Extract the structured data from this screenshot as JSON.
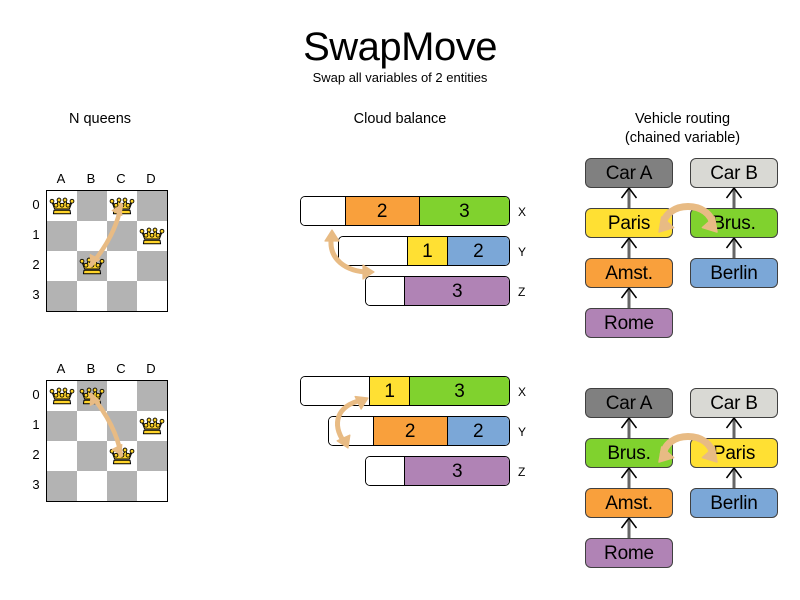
{
  "header": {
    "title": "SwapMove",
    "subtitle": "Swap all variables of 2 entities"
  },
  "sections": [
    {
      "id": "nqueens",
      "title": "N queens"
    },
    {
      "id": "cloudbalance",
      "title": "Cloud balance"
    },
    {
      "id": "vehiclerouting",
      "title_line1": "Vehicle routing",
      "title_line2": "(chained variable)"
    }
  ],
  "colors": {
    "orange": "#f9a03c",
    "green": "#80d22e",
    "yellow": "#ffe033",
    "blue": "#7ba7d7",
    "purple": "#b083b5",
    "gray_dark": "#808080",
    "gray_light": "#d9d9d4",
    "board_dark": "#b3b3b3",
    "board_light": "#ffffff",
    "arrow": "#e8bb84",
    "arrow_outline": "#d29a3e",
    "queen": "#ffd42a",
    "link": "#666666"
  },
  "nqueens": {
    "column_labels": [
      "A",
      "B",
      "C",
      "D"
    ],
    "row_labels": [
      "0",
      "1",
      "2",
      "3"
    ],
    "before": {
      "queens": [
        {
          "col": 0,
          "row": 0,
          "name": "queen-a0"
        },
        {
          "col": 2,
          "row": 0,
          "name": "queen-c0"
        },
        {
          "col": 3,
          "row": 1,
          "name": "queen-d1"
        },
        {
          "col": 1,
          "row": 2,
          "name": "queen-b2"
        }
      ],
      "swap_from": {
        "col": 2,
        "row": 0
      },
      "swap_to": {
        "col": 1,
        "row": 2
      }
    },
    "after": {
      "queens": [
        {
          "col": 0,
          "row": 0,
          "name": "queen-a0"
        },
        {
          "col": 1,
          "row": 0,
          "name": "queen-b0"
        },
        {
          "col": 3,
          "row": 1,
          "name": "queen-d1"
        },
        {
          "col": 2,
          "row": 2,
          "name": "queen-c2"
        }
      ],
      "swap_from": {
        "col": 1,
        "row": 0
      },
      "swap_to": {
        "col": 2,
        "row": 2
      }
    }
  },
  "cloudbalance": {
    "before": {
      "rows": [
        {
          "label": "X",
          "segments": [
            {
              "value": "",
              "color": "#ffffff",
              "width": 45,
              "empty": true
            },
            {
              "value": "2",
              "color": "#f9a03c",
              "width": 75,
              "empty": false
            },
            {
              "value": "3",
              "color": "#80d22e",
              "width": 90,
              "empty": false
            }
          ]
        },
        {
          "label": "Y",
          "segments": [
            {
              "value": "",
              "color": "#ffffff",
              "width": 70,
              "empty": true
            },
            {
              "value": "1",
              "color": "#ffe033",
              "width": 40,
              "empty": false
            },
            {
              "value": "2",
              "color": "#7ba7d7",
              "width": 62,
              "empty": false
            }
          ]
        },
        {
          "label": "Z",
          "segments": [
            {
              "value": "",
              "color": "#ffffff",
              "width": 40,
              "empty": true
            },
            {
              "value": "3",
              "color": "#b083b5",
              "width": 105,
              "empty": false
            }
          ]
        }
      ]
    },
    "after": {
      "rows": [
        {
          "label": "X",
          "segments": [
            {
              "value": "",
              "color": "#ffffff",
              "width": 70,
              "empty": true
            },
            {
              "value": "1",
              "color": "#ffe033",
              "width": 40,
              "empty": false
            },
            {
              "value": "3",
              "color": "#80d22e",
              "width": 100,
              "empty": false
            }
          ]
        },
        {
          "label": "Y",
          "segments": [
            {
              "value": "",
              "color": "#ffffff",
              "width": 45,
              "empty": true
            },
            {
              "value": "2",
              "color": "#f9a03c",
              "width": 75,
              "empty": false
            },
            {
              "value": "2",
              "color": "#7ba7d7",
              "width": 62,
              "empty": false
            }
          ]
        },
        {
          "label": "Z",
          "segments": [
            {
              "value": "",
              "color": "#ffffff",
              "width": 40,
              "empty": true
            },
            {
              "value": "3",
              "color": "#b083b5",
              "width": 105,
              "empty": false
            }
          ]
        }
      ]
    }
  },
  "vehiclerouting": {
    "before": {
      "left_chain": [
        {
          "label": "Car A",
          "color": "#808080"
        },
        {
          "label": "Paris",
          "color": "#ffe033"
        },
        {
          "label": "Amst.",
          "color": "#f9a03c"
        },
        {
          "label": "Rome",
          "color": "#b083b5"
        }
      ],
      "right_chain": [
        {
          "label": "Car B",
          "color": "#d9d9d4"
        },
        {
          "label": "Brus.",
          "color": "#80d22e"
        },
        {
          "label": "Berlin",
          "color": "#7ba7d7"
        }
      ],
      "swap_between": [
        "Paris",
        "Brus."
      ]
    },
    "after": {
      "left_chain": [
        {
          "label": "Car A",
          "color": "#808080"
        },
        {
          "label": "Brus.",
          "color": "#80d22e"
        },
        {
          "label": "Amst.",
          "color": "#f9a03c"
        },
        {
          "label": "Rome",
          "color": "#b083b5"
        }
      ],
      "right_chain": [
        {
          "label": "Car B",
          "color": "#d9d9d4"
        },
        {
          "label": "Paris",
          "color": "#ffe033"
        },
        {
          "label": "Berlin",
          "color": "#7ba7d7"
        }
      ],
      "swap_between": [
        "Brus.",
        "Paris"
      ]
    }
  }
}
